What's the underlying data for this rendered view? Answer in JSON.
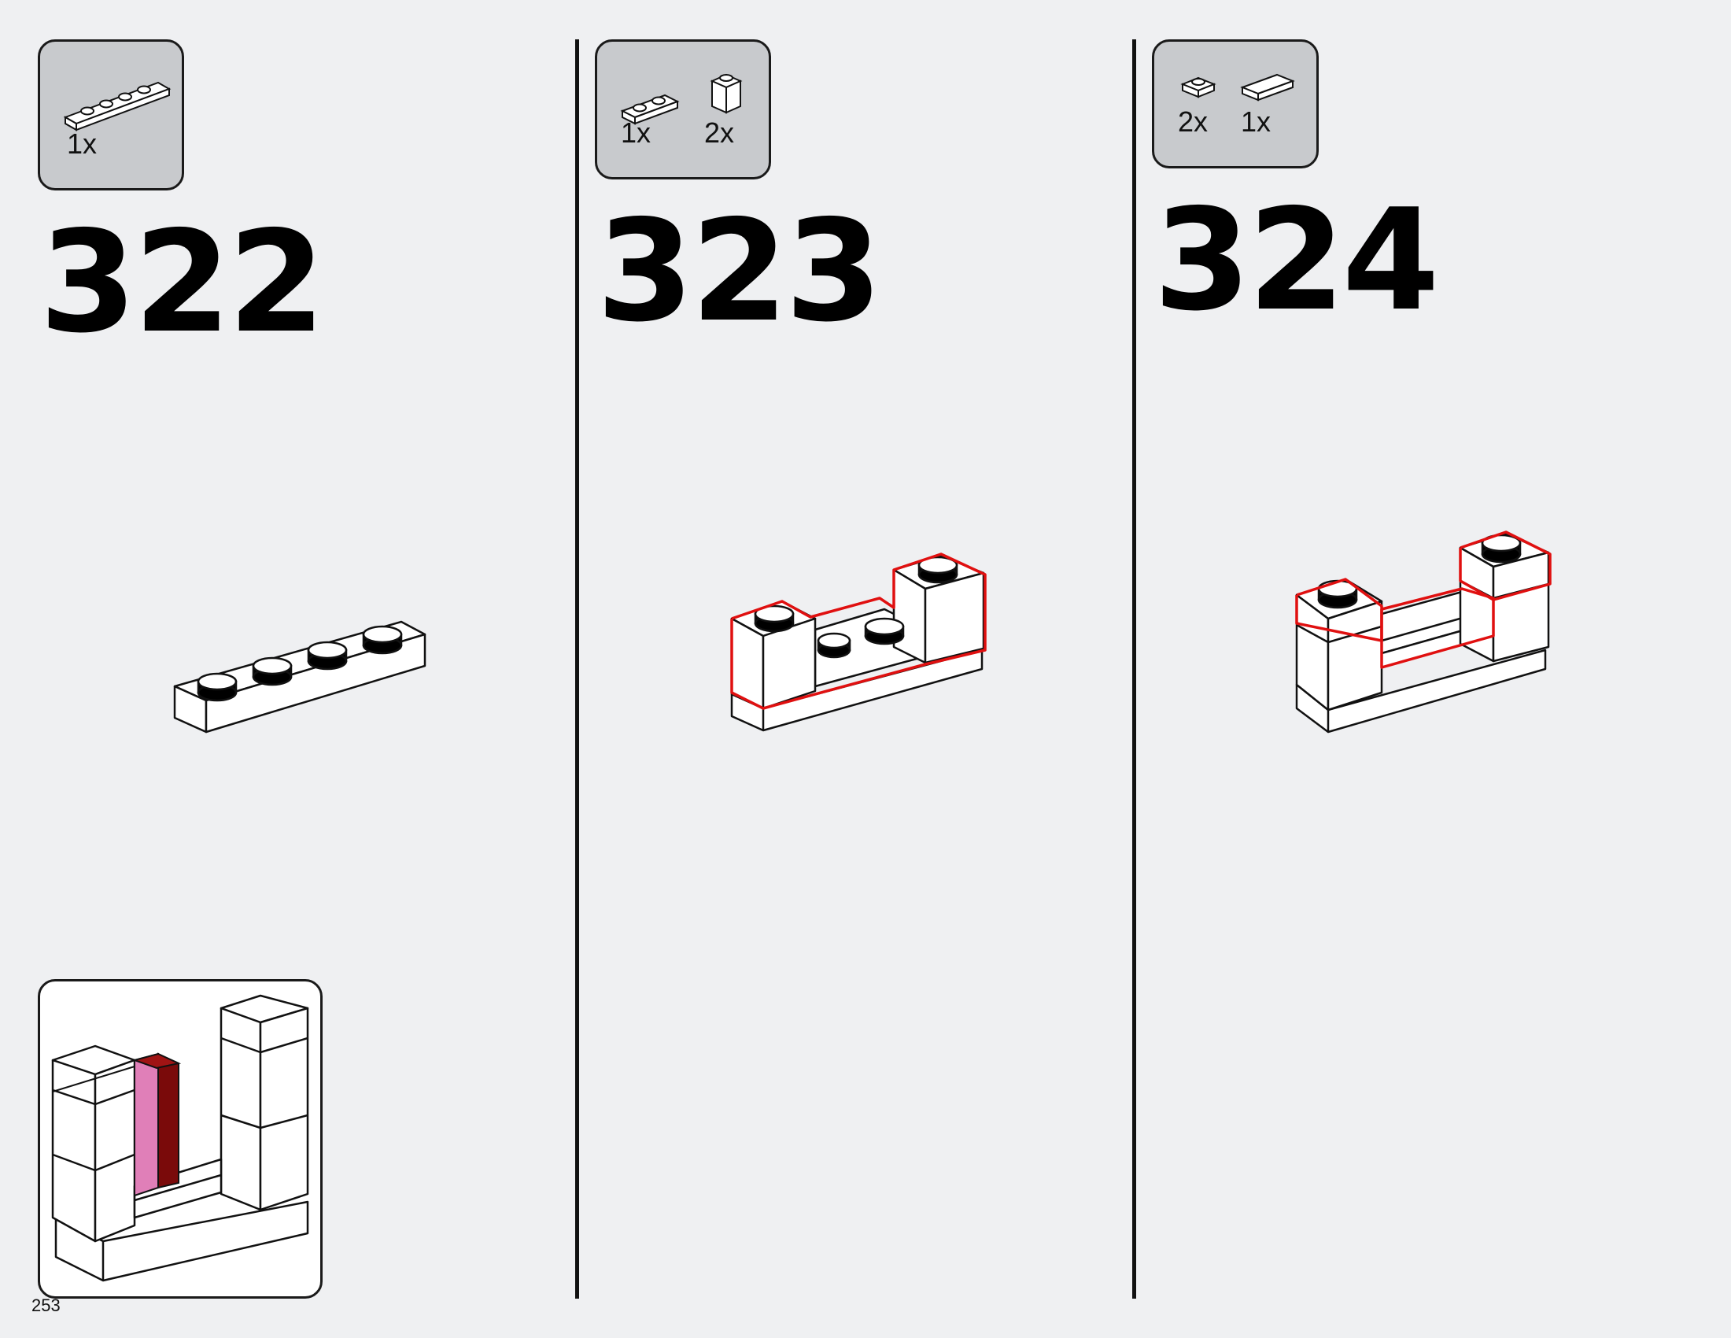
{
  "page": {
    "number": "253",
    "background": "#eff0f2"
  },
  "colors": {
    "highlight": "#e01010",
    "dark_red": "#7a0a0a",
    "pink": "#e07fb8",
    "callout_gray": "#c8cacd"
  },
  "steps": [
    {
      "number": "322",
      "parts": [
        {
          "icon": "plate-1x4-icon",
          "count": "1x"
        }
      ]
    },
    {
      "number": "323",
      "parts": [
        {
          "icon": "jumper-plate-1x2-icon",
          "count": "1x"
        },
        {
          "icon": "brick-1x1-icon",
          "count": "2x"
        }
      ]
    },
    {
      "number": "324",
      "parts": [
        {
          "icon": "plate-1x1-icon",
          "count": "2x"
        },
        {
          "icon": "tile-1x2-icon",
          "count": "1x"
        }
      ]
    }
  ]
}
